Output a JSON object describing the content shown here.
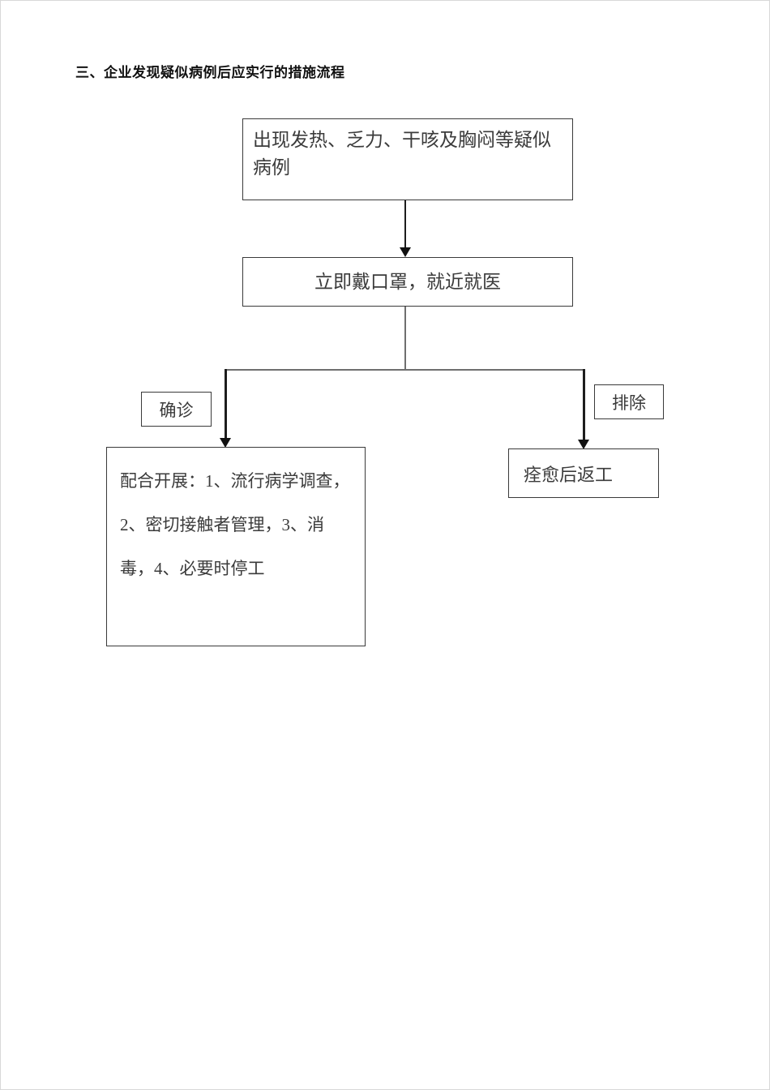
{
  "document": {
    "heading": "三、企业发现疑似病例后应实行的措施流程"
  },
  "flowchart": {
    "nodes": [
      {
        "id": "symptoms",
        "label": "出现发热、乏力、干咳及胸闷等疑似病例",
        "type": "process"
      },
      {
        "id": "mask",
        "label": "立即戴口罩，就近就医",
        "type": "process"
      },
      {
        "id": "confirmed-label",
        "label": "确诊",
        "type": "branch-label"
      },
      {
        "id": "excluded-label",
        "label": "排除",
        "type": "branch-label"
      },
      {
        "id": "actions",
        "label": "配合开展：1、流行病学调查，2、密切接触者管理，3、消毒，4、必要时停工",
        "type": "process"
      },
      {
        "id": "recovered",
        "label": "痊愈后返工",
        "type": "process"
      }
    ],
    "edges": [
      {
        "from": "symptoms",
        "to": "mask",
        "label": ""
      },
      {
        "from": "mask",
        "to": "actions",
        "label": "确诊"
      },
      {
        "from": "mask",
        "to": "recovered",
        "label": "排除"
      }
    ],
    "colors": {
      "box_border": "#3a3a3a",
      "connector": "#1d1d1d",
      "text": "#3b3b3b",
      "background": "#ffffff"
    }
  }
}
